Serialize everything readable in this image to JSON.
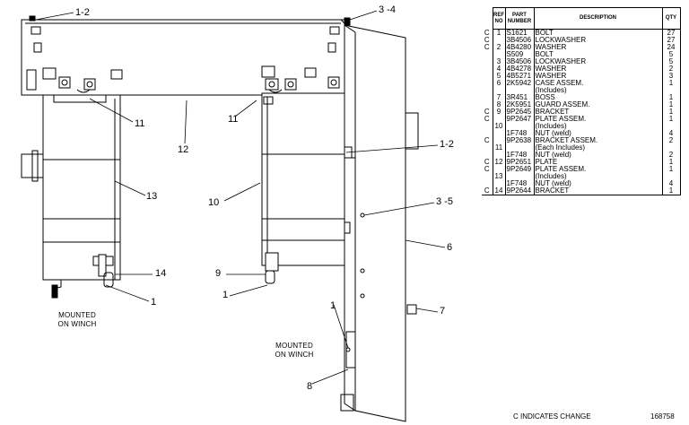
{
  "callouts": {
    "c12a": "1-2",
    "c34": "3 -4",
    "c11a": "11",
    "c11b": "11",
    "c12": "12",
    "c12b": "1-2",
    "c13": "13",
    "c10": "10",
    "c35": "3 -5",
    "c6": "6",
    "c14": "14",
    "c9": "9",
    "c1a": "1",
    "c1b": "1",
    "c7": "7",
    "c1c": "1",
    "c8": "8"
  },
  "notes": {
    "mounted_left_1": "MOUNTED",
    "mounted_left_2": "ON WINCH",
    "mounted_right_1": "MOUNTED",
    "mounted_right_2": "ON WINCH"
  },
  "table": {
    "headers": {
      "ref": "REF NO",
      "part": "PART NUMBER",
      "desc": "DESCRIPTION",
      "qty": "QTY"
    },
    "rows": [
      {
        "c": "C",
        "ref": "1",
        "part": "S1621",
        "desc": "BOLT",
        "qty": "27"
      },
      {
        "c": "C",
        "ref": "",
        "part": "3B4506",
        "desc": "LOCKWASHER",
        "qty": "27"
      },
      {
        "c": "C",
        "ref": "2",
        "part": "4B4280",
        "desc": "WASHER",
        "qty": "24"
      },
      {
        "c": "",
        "ref": "",
        "part": "S509",
        "desc": "BOLT",
        "qty": "5"
      },
      {
        "c": "",
        "ref": "3",
        "part": "3B4506",
        "desc": "LOCKWASHER",
        "qty": "5"
      },
      {
        "c": "",
        "ref": "4",
        "part": "4B4278",
        "desc": "WASHER",
        "qty": "2"
      },
      {
        "c": "",
        "ref": "5",
        "part": "4B5271",
        "desc": "WASHER",
        "qty": "3"
      },
      {
        "c": "",
        "ref": "6",
        "part": "2K5942",
        "desc": "CASE ASSEM.",
        "qty": "1"
      },
      {
        "c": "",
        "ref": "",
        "part": "",
        "desc": "(Includes)",
        "qty": ""
      },
      {
        "c": "",
        "ref": "7",
        "part": "3R451",
        "desc": "BOSS",
        "qty": "1"
      },
      {
        "c": "",
        "ref": "8",
        "part": "2K5951",
        "desc": "GUARD ASSEM.",
        "qty": "1"
      },
      {
        "c": "C",
        "ref": "9",
        "part": "9P2645",
        "desc": "BRACKET",
        "qty": "1"
      },
      {
        "c": "C",
        "ref": "",
        "part": "9P2647",
        "desc": "PLATE ASSEM.",
        "qty": "1"
      },
      {
        "c": "",
        "ref": "10",
        "part": "",
        "desc": "(Includes)",
        "qty": ""
      },
      {
        "c": "",
        "ref": "",
        "part": "1F748",
        "desc": "NUT (weld)",
        "qty": "4"
      },
      {
        "c": "C",
        "ref": "",
        "part": "9P2638",
        "desc": "BRACKET ASSEM.",
        "qty": "2"
      },
      {
        "c": "",
        "ref": "11",
        "part": "",
        "desc": "(Each Includes)",
        "qty": ""
      },
      {
        "c": "",
        "ref": "",
        "part": "1F748",
        "desc": "NUT (weld)",
        "qty": "2"
      },
      {
        "c": "C",
        "ref": "12",
        "part": "9P2651",
        "desc": "PLATE",
        "qty": "1"
      },
      {
        "c": "C",
        "ref": "",
        "part": "9P2649",
        "desc": "PLATE ASSEM.",
        "qty": "1"
      },
      {
        "c": "",
        "ref": "13",
        "part": "",
        "desc": "(Includes)",
        "qty": ""
      },
      {
        "c": "",
        "ref": "",
        "part": "1F748",
        "desc": "NUT (weld)",
        "qty": "4"
      },
      {
        "c": "C",
        "ref": "14",
        "part": "9P2644",
        "desc": "BRACKET",
        "qty": "1"
      }
    ]
  },
  "footer": {
    "note": "C INDICATES CHANGE",
    "code": "168758"
  }
}
